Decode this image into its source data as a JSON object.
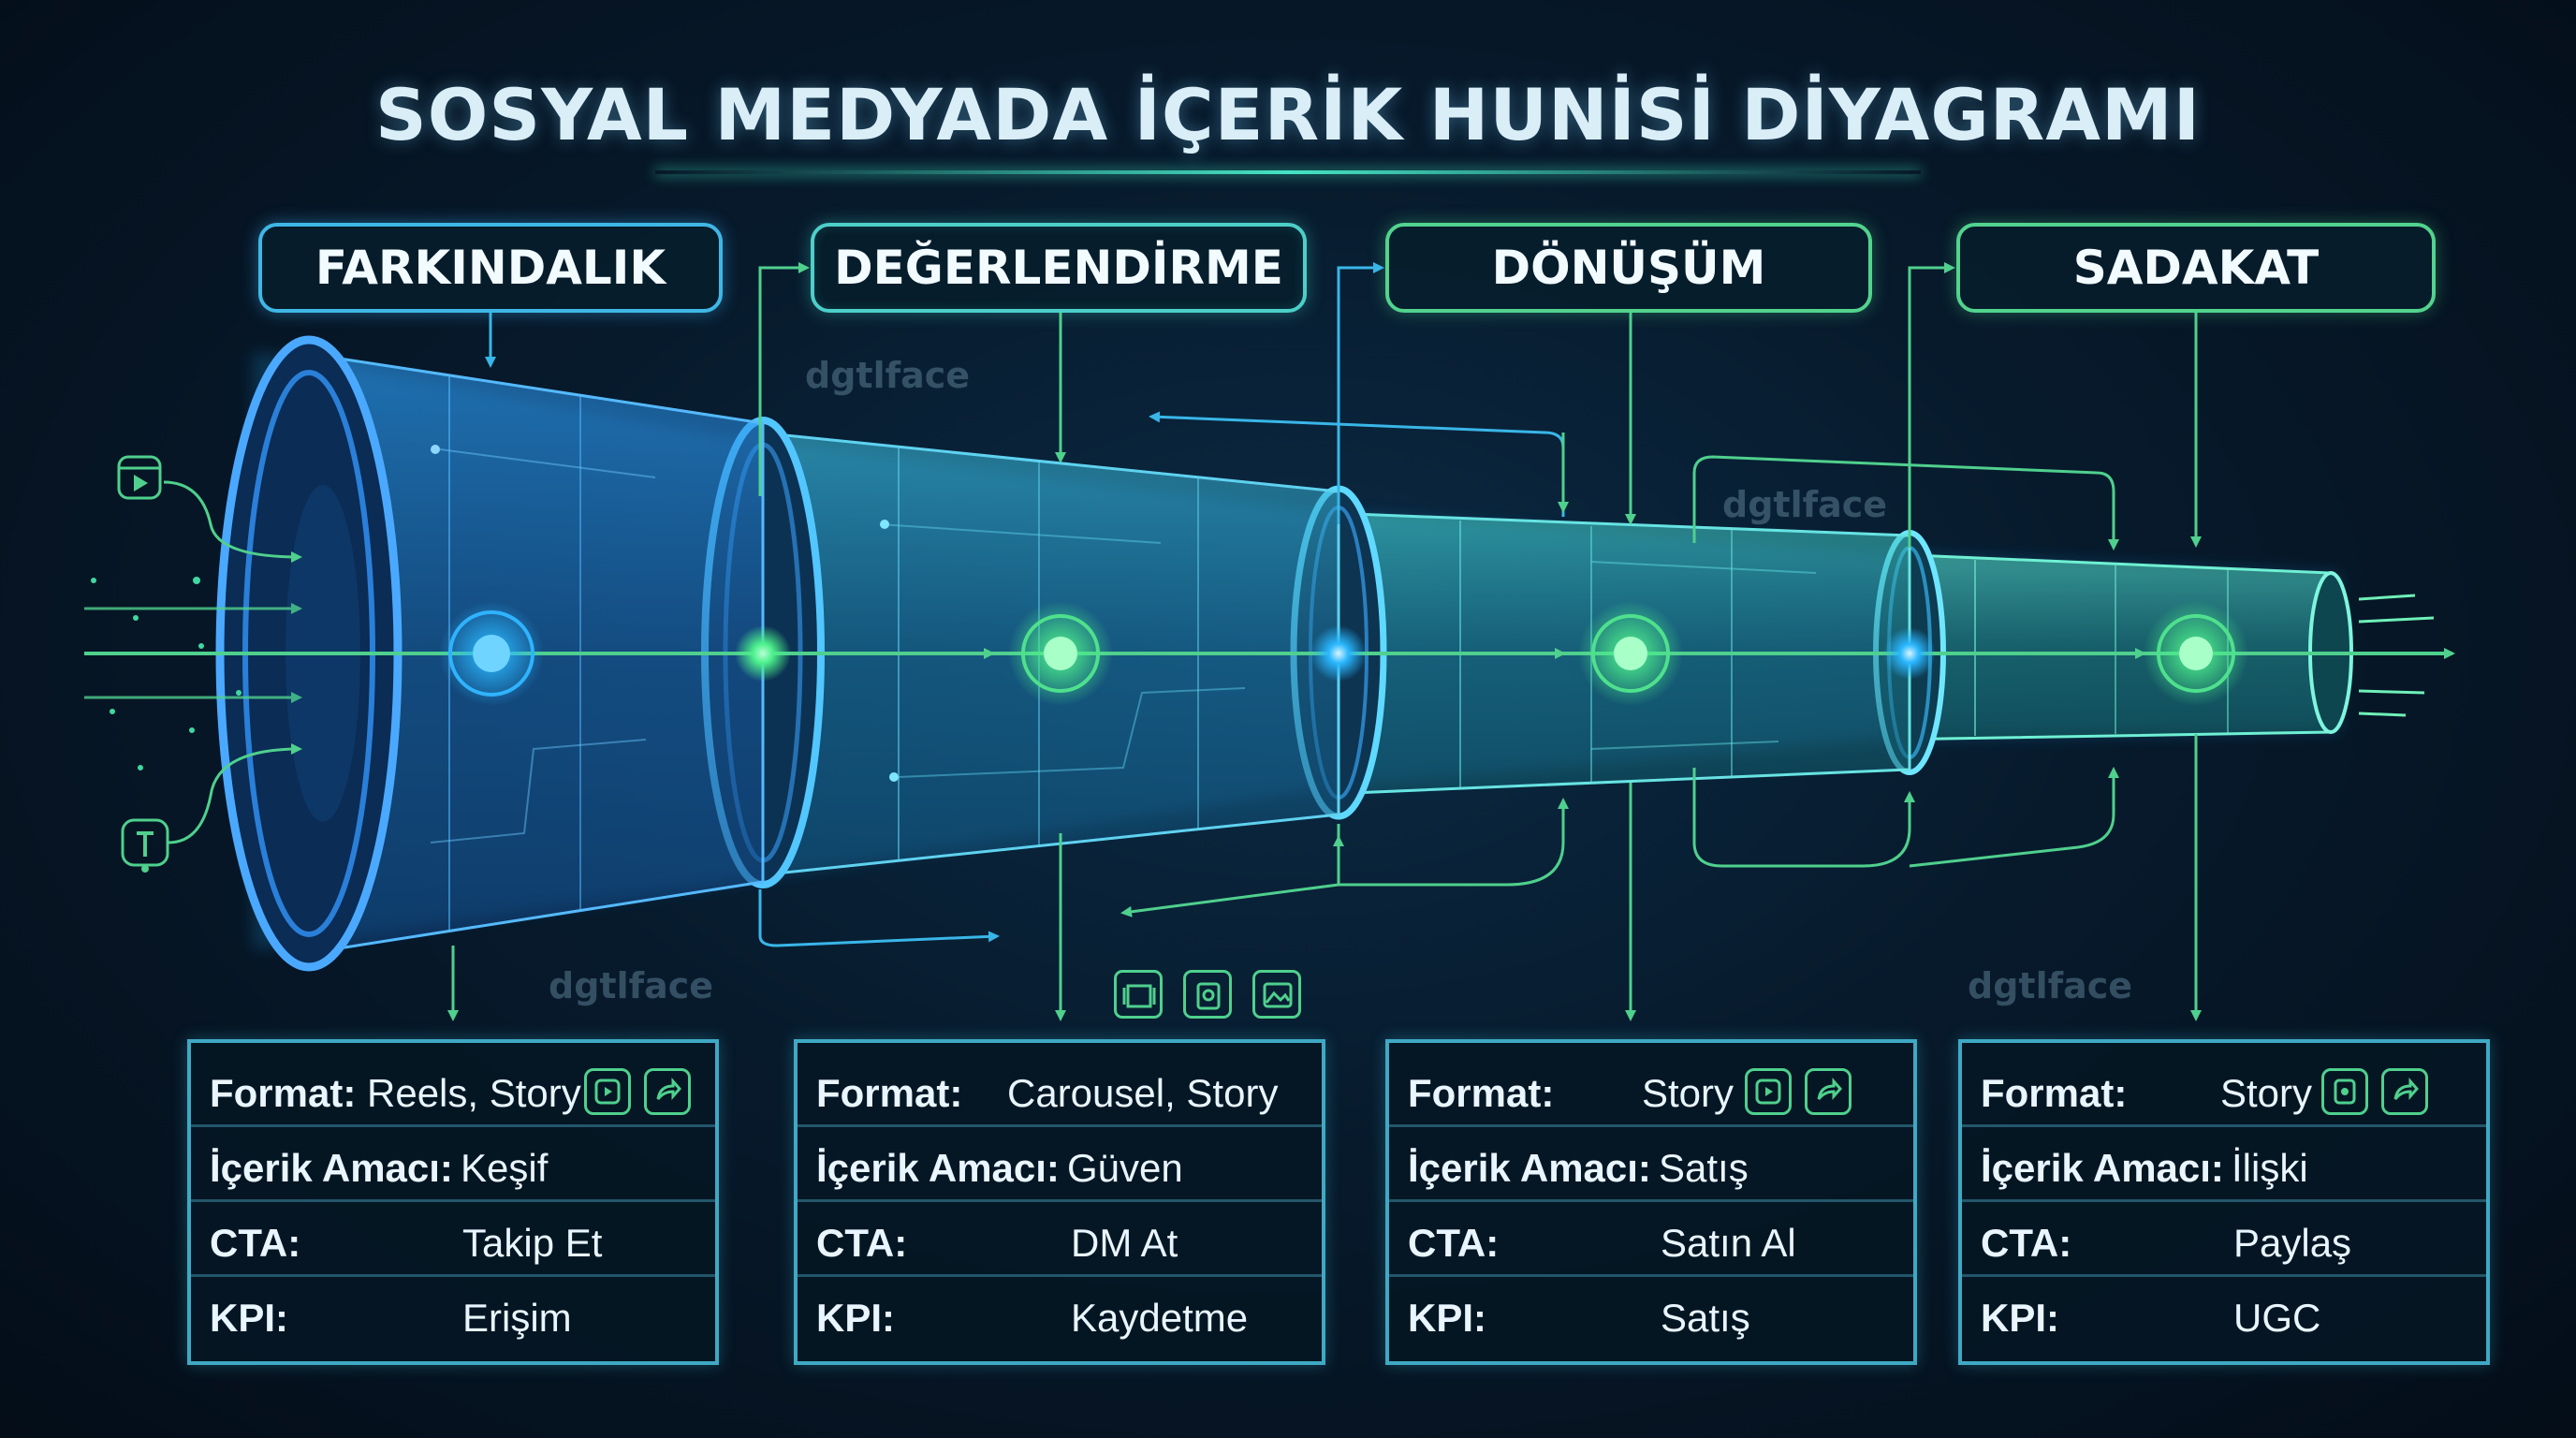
{
  "title": "SOSYAL MEDYADA İÇERİK HUNİSİ DİYAGRAMI",
  "watermark": "dgtlface",
  "colors": {
    "cyan": "#3fd8e6",
    "green": "#4fd08d",
    "blue": "#2a9cff",
    "frame": "#3fa9c4"
  },
  "stages": [
    {
      "name": "FARKINDALIK",
      "format_label": "Format:",
      "format_value": "Reels, Story",
      "purpose_label": "İçerik Amacı:",
      "purpose_value": "Keşif",
      "cta_label": "CTA:",
      "cta_value": "Takip Et",
      "kpi_label": "KPI:",
      "kpi_value": "Erişim",
      "icons": [
        "reels-icon",
        "share-icon"
      ]
    },
    {
      "name": "DEĞERLENDİRME",
      "format_label": "Format:",
      "format_value": "Carousel, Story",
      "purpose_label": "İçerik Amacı:",
      "purpose_value": "Güven",
      "cta_label": "CTA:",
      "cta_value": "DM At",
      "kpi_label": "KPI:",
      "kpi_value": "Kaydetme",
      "icons": [
        "carousel-icon",
        "badge-icon",
        "image-icon"
      ]
    },
    {
      "name": "DÖNÜŞÜM",
      "format_label": "Format:",
      "format_value": "Story",
      "purpose_label": "İçerik Amacı:",
      "purpose_value": "Satış",
      "cta_label": "CTA:",
      "cta_value": "Satın Al",
      "kpi_label": "KPI:",
      "kpi_value": "Satış",
      "icons": [
        "story-icon",
        "share-icon"
      ]
    },
    {
      "name": "SADAKAT",
      "format_label": "Format:",
      "format_value": "Story",
      "purpose_label": "İçerik Amacı:",
      "purpose_value": "İlişki",
      "cta_label": "CTA:",
      "cta_value": "Paylaş",
      "kpi_label": "KPI:",
      "kpi_value": "UGC",
      "icons": [
        "story-icon",
        "share-icon"
      ]
    }
  ],
  "input_icons": [
    "reels-icon",
    "tiktok-icon"
  ]
}
